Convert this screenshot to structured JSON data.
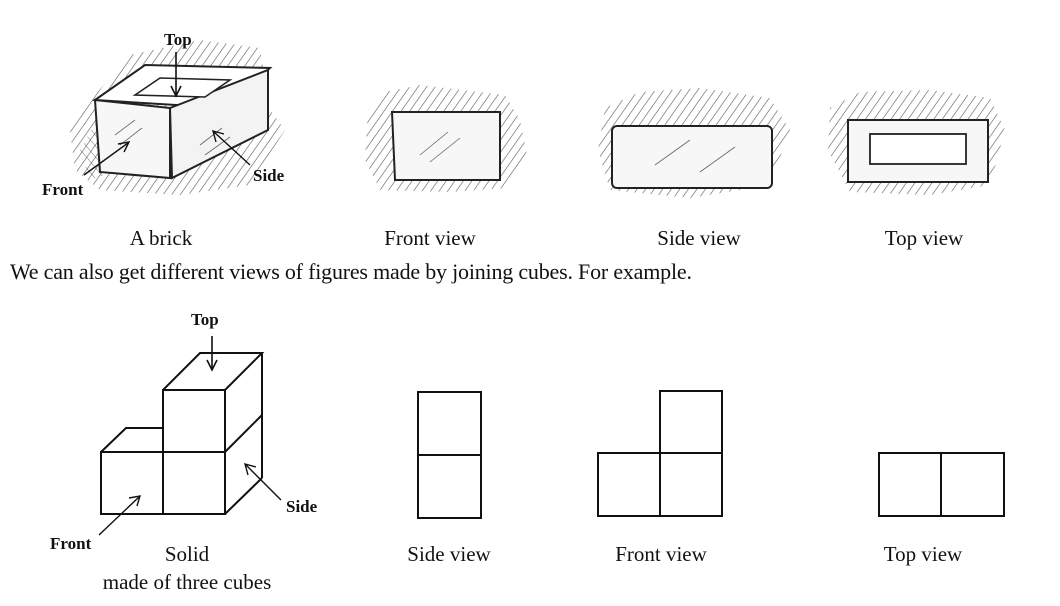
{
  "brick_section": {
    "labels": {
      "top": "Top",
      "front": "Front",
      "side": "Side"
    },
    "captions": [
      "A brick",
      "Front view",
      "Side view",
      "Top view"
    ]
  },
  "sentence": "We can also get different views of figures made by joining cubes. For example.",
  "cube_section": {
    "labels": {
      "top": "Top",
      "front": "Front",
      "side": "Side"
    },
    "solid_caption_line1": "Solid",
    "solid_caption_line2": "made of three cubes",
    "captions": [
      "Side view",
      "Front view",
      "Top view"
    ]
  }
}
